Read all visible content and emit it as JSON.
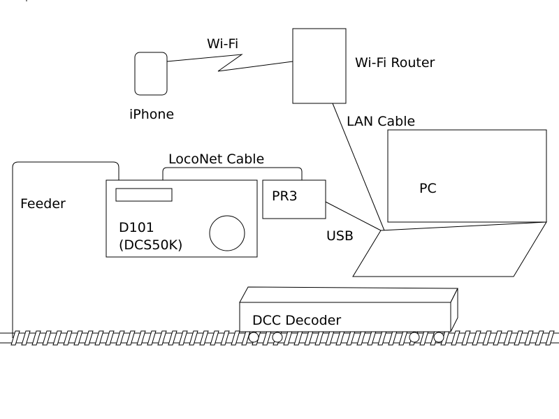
{
  "labels": {
    "wifi": "Wi-Fi",
    "router": "Wi-Fi Router",
    "iphone": "iPhone",
    "lan_cable": "LAN Cable",
    "loconet_cable": "LocoNet Cable",
    "pr3": "PR3",
    "pc": "PC",
    "feeder": "Feeder",
    "d101_line1": "D101",
    "d101_line2": "(DCS50K)",
    "usb": "USB",
    "dcc_decoder": "DCC Decoder"
  },
  "colors": {
    "line": "#000000",
    "background": "#ffffff"
  }
}
